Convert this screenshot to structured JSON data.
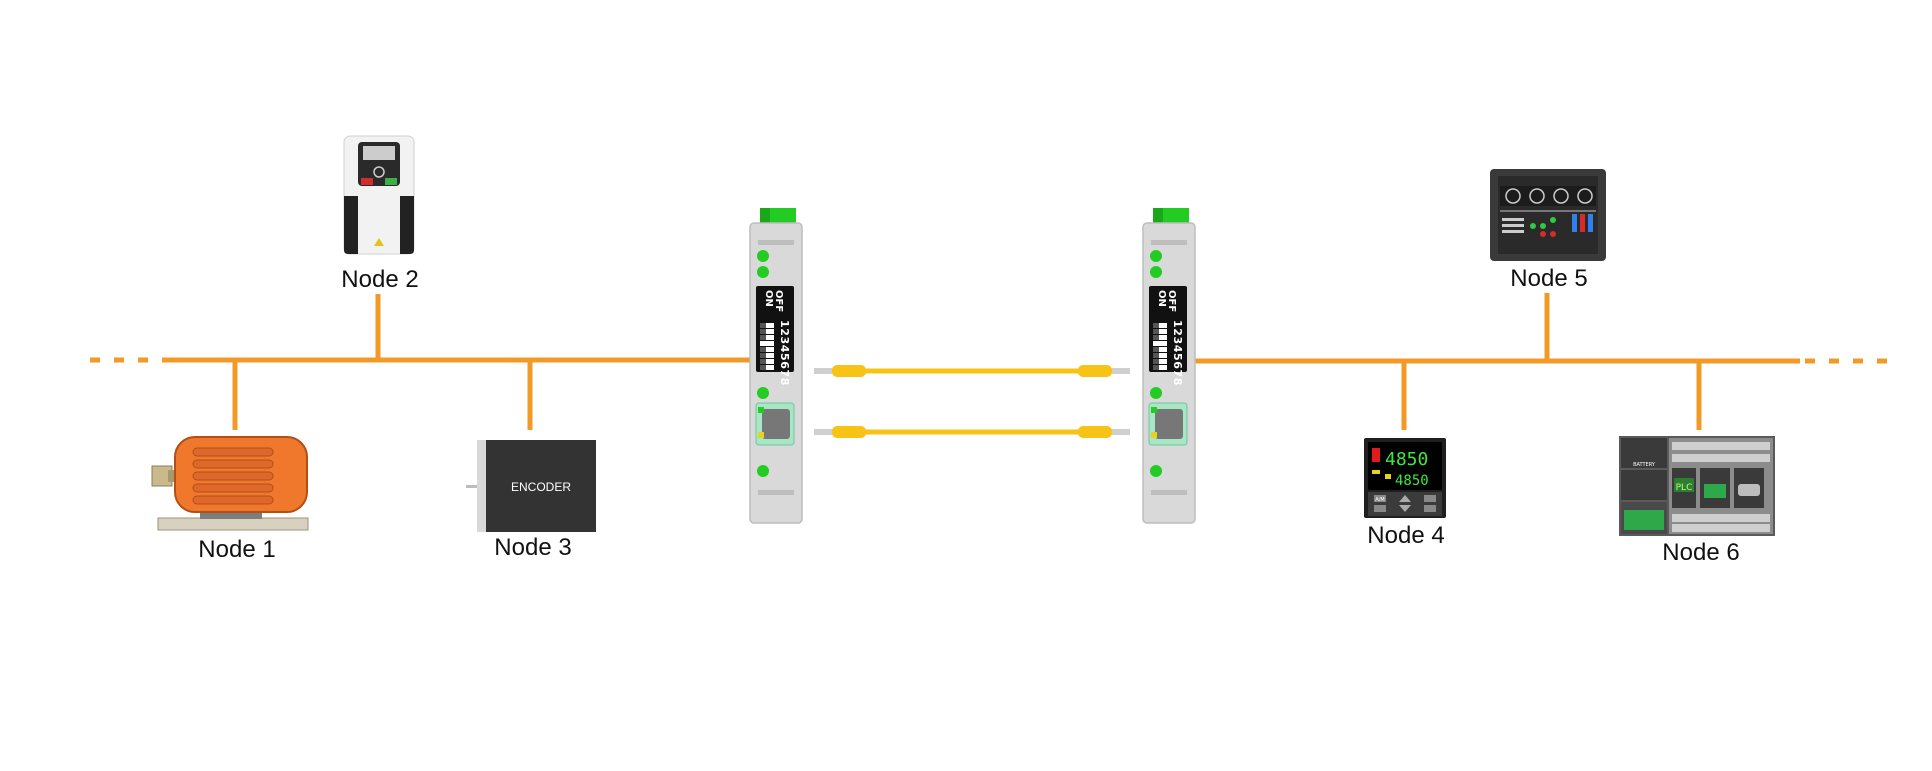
{
  "colors": {
    "bus": "#F29A25",
    "cable": "#F7C316",
    "background": "#FFFFFF",
    "converter_body": "#D9D9D9",
    "converter_connector": "#22CC22",
    "motor": "#F0782D"
  },
  "nodes": [
    {
      "id": "node1",
      "label": "Node 1",
      "device": "motor-icon"
    },
    {
      "id": "node2",
      "label": "Node 2",
      "device": "drive-icon"
    },
    {
      "id": "node3",
      "label": "Node 3",
      "device": "encoder-icon",
      "device_text": "ENCODER"
    },
    {
      "id": "node4",
      "label": "Node 4",
      "device": "temperature-controller-icon",
      "display_top": "4850",
      "display_bottom": "4850",
      "key_am": "A/M"
    },
    {
      "id": "node5",
      "label": "Node 5",
      "device": "hmi-panel-icon"
    },
    {
      "id": "node6",
      "label": "Node 6",
      "device": "plc-icon",
      "battery_text": "BATTERY",
      "plc_text": "PLC"
    }
  ],
  "converters": [
    {
      "id": "converter-left",
      "dip_off": "OFF",
      "dip_on": "ON",
      "dip_numbers": "12345678"
    },
    {
      "id": "converter-right",
      "dip_off": "OFF",
      "dip_on": "ON",
      "dip_numbers": "12345678"
    }
  ],
  "links": {
    "fiber_cables": 2
  }
}
